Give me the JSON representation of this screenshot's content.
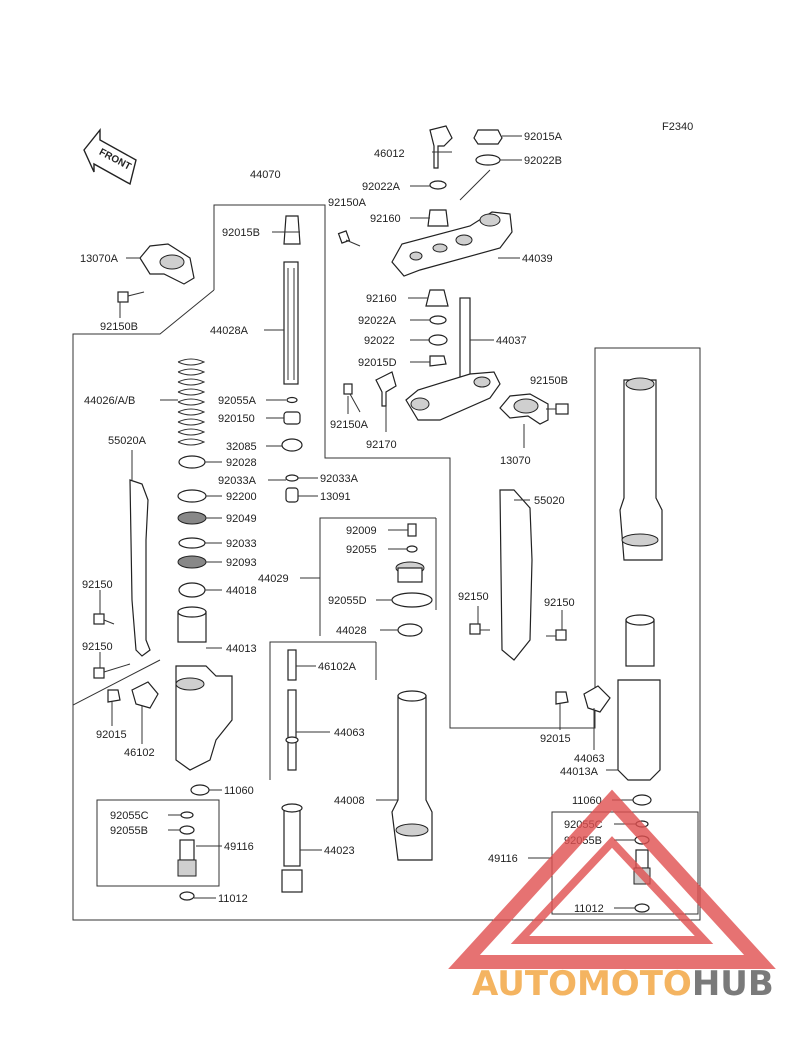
{
  "figure_code": "F2340",
  "front_label": "FRONT",
  "watermark": {
    "part1": "AUTOMOTO",
    "part2": "HUB",
    "color_primary": "#f2a23a",
    "color_secondary": "#5a5a5a",
    "triangle_color": "#e05050"
  },
  "labels": [
    {
      "id": "l-92015A",
      "text": "92015A"
    },
    {
      "id": "l-46012",
      "text": "46012"
    },
    {
      "id": "l-92022B",
      "text": "92022B"
    },
    {
      "id": "l-44070",
      "text": "44070"
    },
    {
      "id": "l-92022A-top",
      "text": "92022A"
    },
    {
      "id": "l-92150A-top",
      "text": "92150A"
    },
    {
      "id": "l-92160-top",
      "text": "92160"
    },
    {
      "id": "l-92015B",
      "text": "92015B"
    },
    {
      "id": "l-13070A",
      "text": "13070A"
    },
    {
      "id": "l-44039",
      "text": "44039"
    },
    {
      "id": "l-92160-mid",
      "text": "92160"
    },
    {
      "id": "l-92150B-left",
      "text": "92150B"
    },
    {
      "id": "l-44028A",
      "text": "44028A"
    },
    {
      "id": "l-92022A-mid",
      "text": "92022A"
    },
    {
      "id": "l-92022",
      "text": "92022"
    },
    {
      "id": "l-44037",
      "text": "44037"
    },
    {
      "id": "l-92015D",
      "text": "92015D"
    },
    {
      "id": "l-92150B-right",
      "text": "92150B"
    },
    {
      "id": "l-44026",
      "text": "44026/A/B"
    },
    {
      "id": "l-92055A",
      "text": "92055A"
    },
    {
      "id": "l-920150",
      "text": "920150"
    },
    {
      "id": "l-92150A-mid",
      "text": "92150A"
    },
    {
      "id": "l-55020A",
      "text": "55020A"
    },
    {
      "id": "l-32085",
      "text": "32085"
    },
    {
      "id": "l-92170",
      "text": "92170"
    },
    {
      "id": "l-13070",
      "text": "13070"
    },
    {
      "id": "l-92028",
      "text": "92028"
    },
    {
      "id": "l-92033A-l",
      "text": "92033A"
    },
    {
      "id": "l-92033A-r",
      "text": "92033A"
    },
    {
      "id": "l-92200",
      "text": "92200"
    },
    {
      "id": "l-13091",
      "text": "13091"
    },
    {
      "id": "l-55020",
      "text": "55020"
    },
    {
      "id": "l-92049",
      "text": "92049"
    },
    {
      "id": "l-92009",
      "text": "92009"
    },
    {
      "id": "l-92033",
      "text": "92033"
    },
    {
      "id": "l-92055",
      "text": "92055"
    },
    {
      "id": "l-92093",
      "text": "92093"
    },
    {
      "id": "l-44029",
      "text": "44029"
    },
    {
      "id": "l-92150-l1",
      "text": "92150"
    },
    {
      "id": "l-44018",
      "text": "44018"
    },
    {
      "id": "l-92055D",
      "text": "92055D"
    },
    {
      "id": "l-92150-r1",
      "text": "92150"
    },
    {
      "id": "l-92150-r2",
      "text": "92150"
    },
    {
      "id": "l-44028",
      "text": "44028"
    },
    {
      "id": "l-92150-l2",
      "text": "92150"
    },
    {
      "id": "l-44013",
      "text": "44013"
    },
    {
      "id": "l-46102A",
      "text": "46102A"
    },
    {
      "id": "l-92015-l",
      "text": "92015"
    },
    {
      "id": "l-44063-l",
      "text": "44063"
    },
    {
      "id": "l-46102",
      "text": "46102"
    },
    {
      "id": "l-92015-r",
      "text": "92015"
    },
    {
      "id": "l-44063-r",
      "text": "44063"
    },
    {
      "id": "l-44013A",
      "text": "44013A"
    },
    {
      "id": "l-11060-l",
      "text": "11060"
    },
    {
      "id": "l-44008",
      "text": "44008"
    },
    {
      "id": "l-11060-r",
      "text": "11060"
    },
    {
      "id": "l-92055C-l",
      "text": "92055C"
    },
    {
      "id": "l-92055B-l",
      "text": "92055B"
    },
    {
      "id": "l-49116-l",
      "text": "49116"
    },
    {
      "id": "l-44023",
      "text": "44023"
    },
    {
      "id": "l-92055C-r",
      "text": "92055C"
    },
    {
      "id": "l-92055B-r",
      "text": "92055B"
    },
    {
      "id": "l-49116-r",
      "text": "49116"
    },
    {
      "id": "l-11012-l",
      "text": "11012"
    },
    {
      "id": "l-11012-r",
      "text": "11012"
    }
  ]
}
